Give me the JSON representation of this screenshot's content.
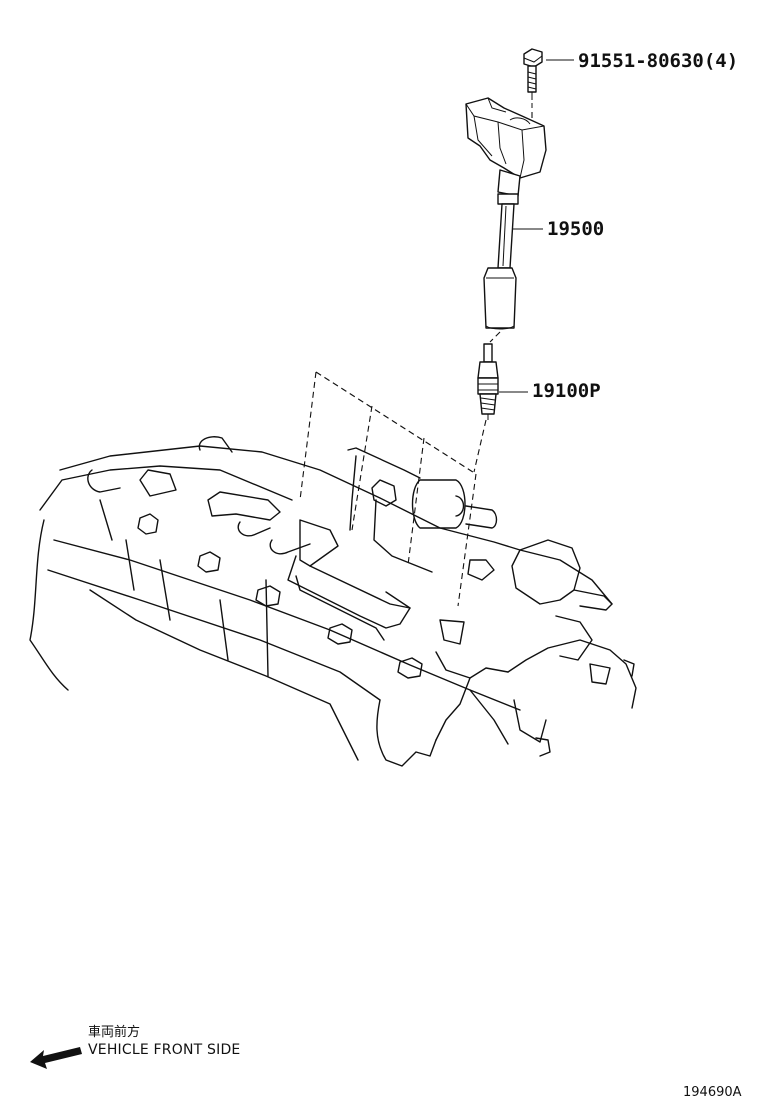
{
  "callouts": {
    "bolt": "91551-80630(4)",
    "ignition_coil": "19500",
    "spark_plug": "19100P"
  },
  "orientation": {
    "label_jp": "車両前方",
    "label_en": "VEHICLE FRONT SIDE"
  },
  "figure_code": "194690A"
}
